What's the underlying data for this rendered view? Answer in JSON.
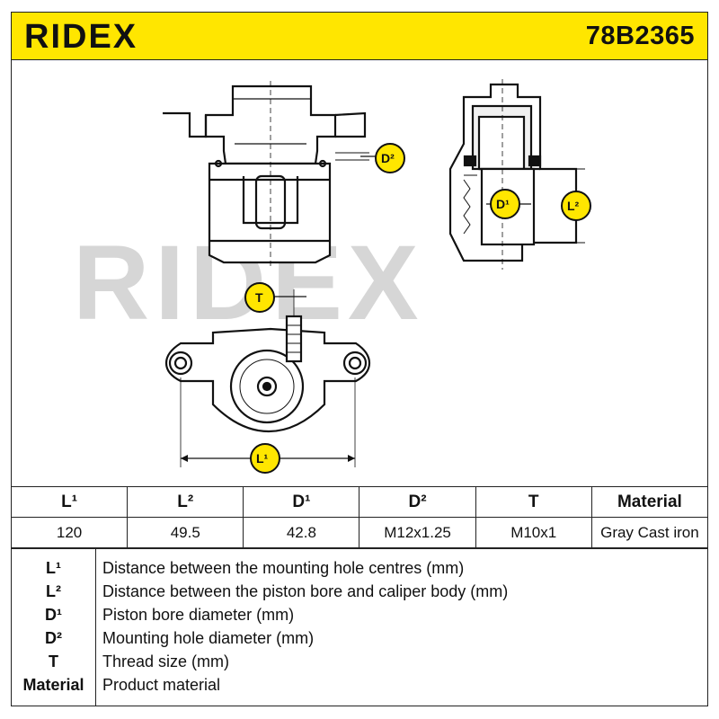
{
  "header": {
    "brand": "RIDEX",
    "part_number": "78B2365",
    "brand_color": "#ffe600"
  },
  "drawing": {
    "watermark": "RIDEX",
    "labels": {
      "d2": "D²",
      "d1": "D¹",
      "l2": "L²",
      "t": "T",
      "l1": "L¹"
    }
  },
  "specs": {
    "headers": [
      "L¹",
      "L²",
      "D¹",
      "D²",
      "T",
      "Material"
    ],
    "values": [
      "120",
      "49.5",
      "42.8",
      "M12x1.25",
      "M10x1",
      "Gray Cast iron"
    ]
  },
  "legend": [
    {
      "key": "L¹",
      "desc": "Distance between the mounting hole centres (mm)"
    },
    {
      "key": "L²",
      "desc": "Distance between the piston bore and caliper body (mm)"
    },
    {
      "key": "D¹",
      "desc": "Piston bore diameter (mm)"
    },
    {
      "key": "D²",
      "desc": "Mounting hole diameter (mm)"
    },
    {
      "key": "T",
      "desc": "Thread size (mm)"
    },
    {
      "key": "Material",
      "desc": "Product material"
    }
  ]
}
